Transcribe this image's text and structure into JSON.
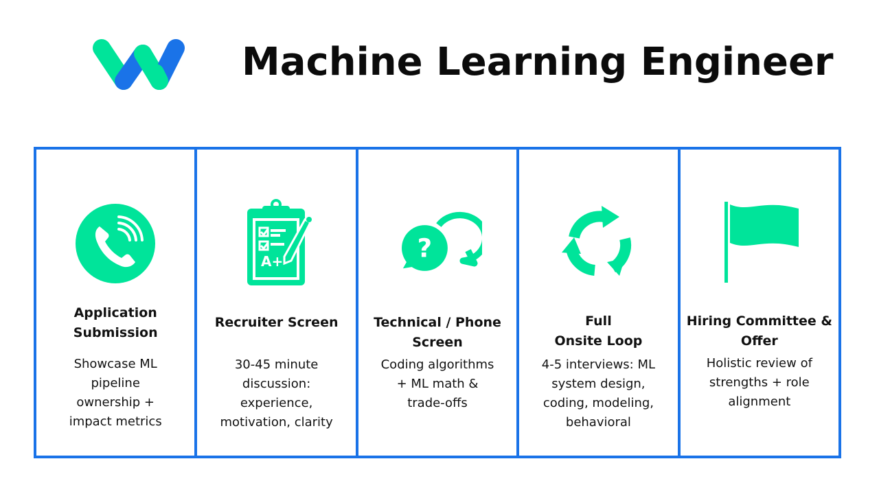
{
  "title": "Machine Learning Engineer",
  "colors": {
    "accent_green": "#00e49a",
    "border_blue": "#1a73e8",
    "logo_blue": "#1a73e8"
  },
  "steps": [
    {
      "icon": "phone-icon",
      "heading_lines": [
        "Application",
        "Submission"
      ],
      "description_lines": [
        "Showcase ML",
        "pipeline",
        "ownership +",
        "impact metrics"
      ]
    },
    {
      "icon": "clipboard-icon",
      "heading_lines": [
        "Recruiter Screen"
      ],
      "description_lines": [
        "30-45 minute",
        "discussion:",
        "experience,",
        "motivation, clarity"
      ]
    },
    {
      "icon": "question-chat-icon",
      "heading_lines": [
        "Technical / Phone",
        "Screen"
      ],
      "description_lines": [
        "Coding algorithms",
        "+ ML math &",
        "trade-offs"
      ]
    },
    {
      "icon": "cycle-arrows-icon",
      "heading_lines": [
        "Full",
        "Onsite Loop"
      ],
      "description_lines": [
        "4-5 interviews: ML",
        "system design,",
        "coding, modeling,",
        "behavioral"
      ]
    },
    {
      "icon": "flag-icon",
      "heading_lines": [
        "Hiring Committee &",
        "Offer"
      ],
      "description_lines": [
        "Holistic review of",
        "strengths + role",
        "alignment"
      ]
    }
  ]
}
